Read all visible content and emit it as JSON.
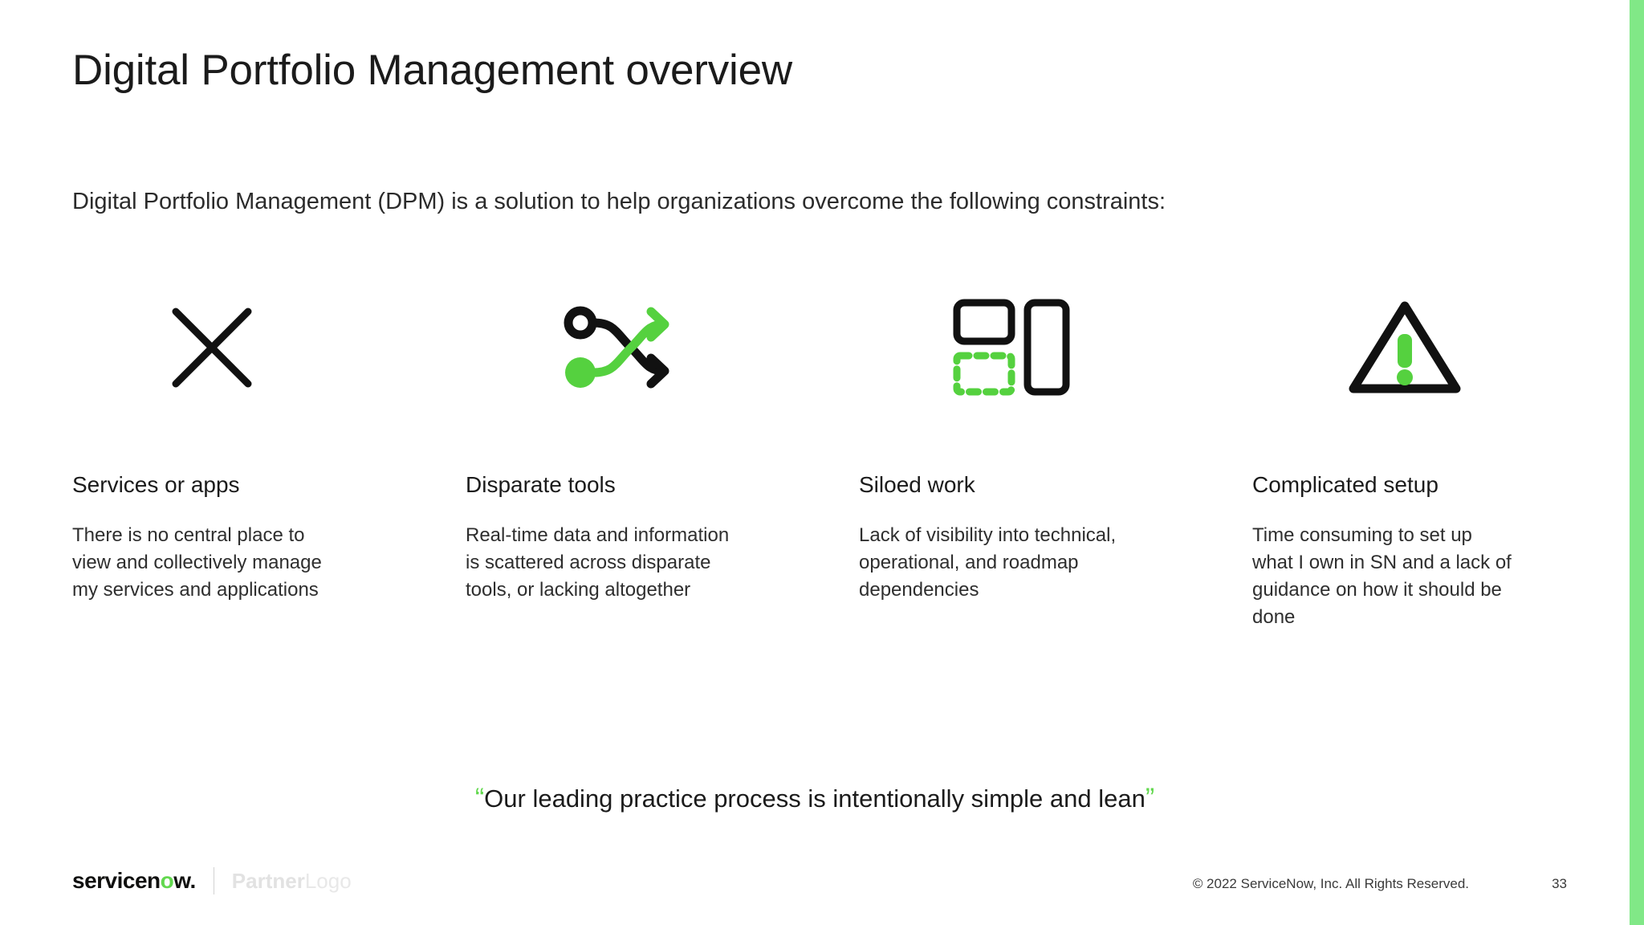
{
  "slide": {
    "title": "Digital Portfolio Management overview",
    "subtitle": "Digital Portfolio Management (DPM) is a solution to help organizations overcome the following constraints:",
    "accent_green": "#62D84E",
    "edge_bar_green": "#81E887",
    "background": "#FFFFFF"
  },
  "columns": [
    {
      "icon": "x-cross-icon",
      "heading": "Services or apps",
      "body": "There is no central place to view and collectively manage my services and applications"
    },
    {
      "icon": "shuffle-arrows-icon",
      "heading": "Disparate tools",
      "body": "Real-time data and information is scattered across disparate tools, or lacking altogether"
    },
    {
      "icon": "siloed-panels-icon",
      "heading": "Siloed work",
      "body": "Lack of visibility into technical, operational, and roadmap dependencies"
    },
    {
      "icon": "warning-triangle-icon",
      "heading": "Complicated setup",
      "body": "Time consuming to set up what I own in SN and a lack of guidance on how it should be done"
    }
  ],
  "quote": {
    "open_mark": "“",
    "text": "Our leading practice process is intentionally simple and lean",
    "close_mark": "”"
  },
  "footer": {
    "logo_servicenow_pre": "servicen",
    "logo_servicenow_o": "o",
    "logo_servicenow_post": "w.",
    "partner_logo_partner": "Partner",
    "partner_logo_logo": "Logo",
    "copyright": "© 2022 ServiceNow, Inc. All Rights Reserved.",
    "page_number": "33"
  }
}
